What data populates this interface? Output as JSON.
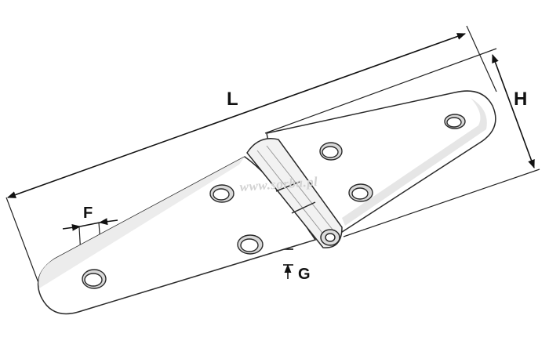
{
  "diagram": {
    "labels": {
      "length": "L",
      "height": "H",
      "hole_diameter": "F",
      "gap": "G"
    },
    "watermark": "www.sorba.pl",
    "colors": {
      "outline": "#2a2a2a",
      "dimension": "#111111",
      "shading": "#e8e8e8",
      "background": "#ffffff",
      "watermark": "#d2d2d2"
    }
  }
}
